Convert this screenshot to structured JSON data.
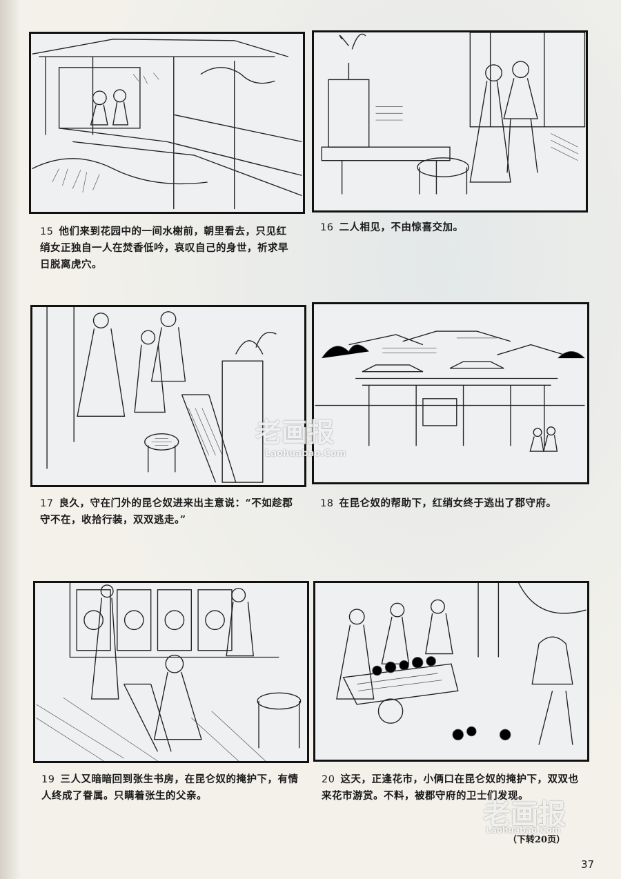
{
  "panels": [
    {
      "number": "15",
      "caption": "他们来到花园中的一间水榭前，朝里看去，只见红绡女正独自一人在焚香低吟，哀叹自己的身世，祈求早日脱离虎穴。"
    },
    {
      "number": "16",
      "caption": "二人相见，不由惊喜交加。"
    },
    {
      "number": "17",
      "caption": "良久，守在门外的昆仑奴进来出主意说：“不如趁郡守不在，收拾行装，双双逃走。”"
    },
    {
      "number": "18",
      "caption": "在昆仑奴的帮助下，红绡女终于逃出了郡守府。"
    },
    {
      "number": "19",
      "caption": "三人又暗暗回到张生书房，在昆仑奴的掩护下，有情人终成了眷属。只瞒着张生的父亲。"
    },
    {
      "number": "20",
      "caption": "这天，正逢花市，小俩口在昆仑奴的掩护下，双双也来花市游赏。不料，被郡守府的卫士们发现。"
    }
  ],
  "continued_note": "（下转20页）",
  "page_number": "37",
  "watermarks": {
    "logo_text": "老画报",
    "site_text": "Laohuabao.Com"
  },
  "colors": {
    "ink": "#111111",
    "paper": "#f3f1ea",
    "panel_bg": "#eef0f2"
  }
}
